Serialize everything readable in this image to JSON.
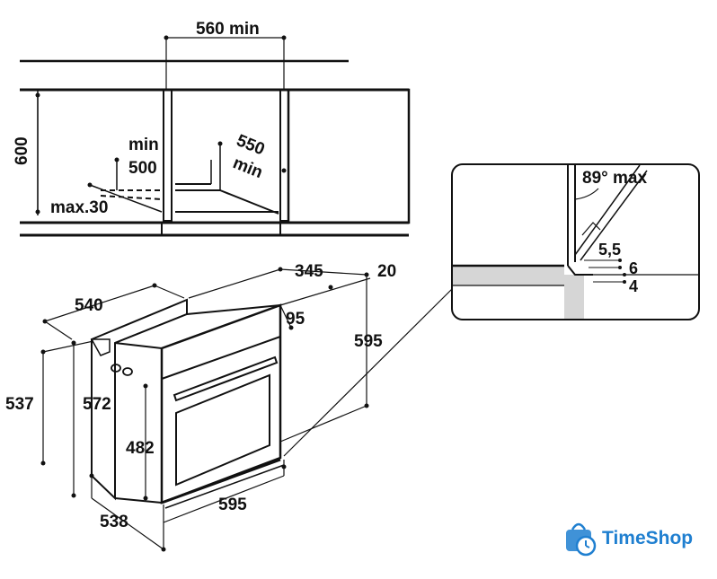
{
  "diagram": {
    "cabinet": {
      "width_min": "560 min",
      "height": "600",
      "min_label": "min",
      "depth_500": "500",
      "depth_550": "550",
      "min_label_2": "min",
      "max_30": "max.30"
    },
    "oven": {
      "total_depth": "540",
      "door_depth": "345",
      "handle_depth": "20",
      "top_offset": "95",
      "height_front": "595",
      "side_height": "537",
      "body_height": "572",
      "door_height": "482",
      "width": "595",
      "bottom_depth": "538"
    },
    "detail": {
      "angle": "89° max",
      "gap": "5,5",
      "val_6": "6",
      "val_4": "4"
    }
  },
  "watermark": {
    "brand": "TimeShop",
    "brand_color": "#1f7fd0",
    "icon": "shopping-bag-clock-icon"
  }
}
